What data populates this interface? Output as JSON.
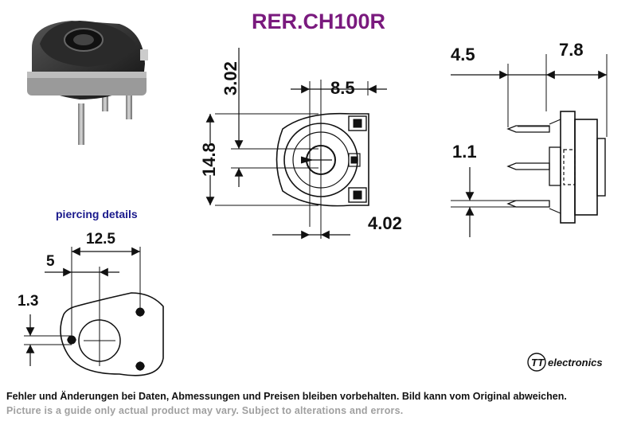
{
  "title": "RER.CH100R",
  "piercing_label": "piercing details",
  "brand": {
    "logo_text": "TT",
    "name": "electronics"
  },
  "dimensions": {
    "front_width": "8.5",
    "front_top_offset": "3.02",
    "front_height": "14.8",
    "front_bottom_offset": "4.02",
    "side_left": "4.5",
    "side_right": "7.8",
    "side_pin": "1.1",
    "pierce_width": "12.5",
    "pierce_offset": "5",
    "pierce_hole": "1.3"
  },
  "footer": {
    "german": "Fehler und Änderungen bei Daten, Abmessungen und Preisen bleiben vorbehalten. Bild kann vom Original abweichen.",
    "english": "Picture is a guide only actual product may vary. Subject to alterations and errors."
  },
  "colors": {
    "title": "#7a1a7e",
    "subtitle": "#1a1a8c",
    "footer_secondary": "#a0a0a0"
  }
}
